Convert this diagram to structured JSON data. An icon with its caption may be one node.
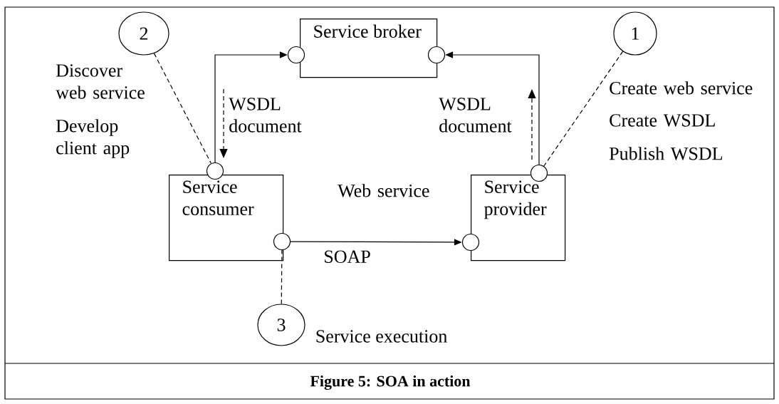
{
  "diagram": {
    "caption": "Figure 5: SOA in action",
    "nodes": [
      {
        "text": [
          "2"
        ]
      },
      {
        "text": [
          "Service broker"
        ]
      },
      {
        "text": [
          "1"
        ]
      },
      {
        "text": [
          "Service consumer"
        ]
      },
      {
        "text": [
          "Service provider"
        ]
      },
      {
        "text": [
          "3"
        ],
        "beside": [
          "Service execution"
        ]
      },
      {
        "text": [],
        "shape": "circle"
      },
      {
        "text": [],
        "shape": "circle"
      },
      {
        "text": [],
        "shape": "circle"
      },
      {
        "text": [],
        "shape": "circle"
      },
      {
        "text": [],
        "shape": "circle"
      },
      {
        "text": [],
        "shape": "circle"
      }
    ],
    "edges": [
      {
        "from": 8,
        "to": 6,
        "arrow": "to"
      },
      {
        "from": 9,
        "to": 7,
        "arrow": "to"
      },
      {
        "from": 10,
        "to": 11,
        "arrow": "to",
        "label": "SOAP"
      },
      {
        "from": 0,
        "to": 8,
        "arrow": "none",
        "style": "dashed"
      },
      {
        "from": 2,
        "to": 9,
        "arrow": "none",
        "style": "dashed"
      },
      {
        "from": 5,
        "to": 10,
        "arrow": "none",
        "style": "dashed"
      }
    ],
    "labels": [
      "Discover web service",
      "Develop client app",
      "WSDL document",
      "WSDL document",
      "Web service",
      "Create web service",
      "Create WSDL",
      "Publish WSDL"
    ]
  }
}
